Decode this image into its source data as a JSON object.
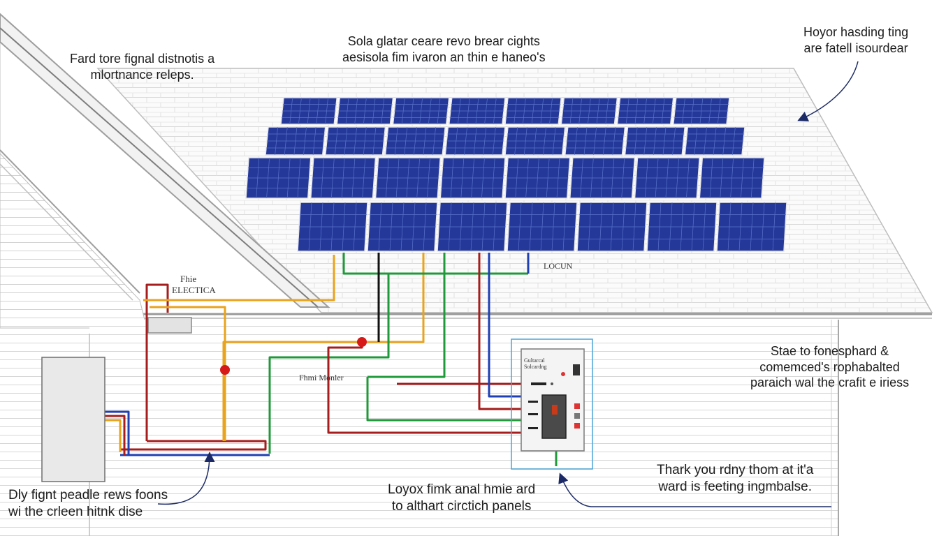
{
  "diagram": {
    "labels": {
      "top_left": [
        "Fard tore fignal distnotis a",
        "mlortnance releps."
      ],
      "top_center": [
        "Sola glatar ceare revo brear cights",
        "aesisola fim ivaron an thin e haneo's"
      ],
      "top_right": [
        "Hoyor hasding ting",
        "are fatell isourdear"
      ],
      "middle_right": [
        "Stae to fonesphard &",
        "comemced's rophabalted",
        "paraich wal the crafit e iriess"
      ],
      "bottom_left": [
        "Dly fignt peadle rews foons",
        "wi the crleen hitnk dise"
      ],
      "bottom_center": [
        "Loyox fimk anal hmie ard",
        "to althart circtich panels"
      ],
      "bottom_right": [
        "Thark you rdny thom at it'a",
        "ward is feeting ingmbalse."
      ],
      "roof_small_1": "Fhie",
      "roof_small_2": "ELECTICA",
      "roof_small_3": "LOCUN",
      "wall_small": "Fhmi Monler",
      "panel_label": [
        "Gultarcal",
        "Solcardng"
      ]
    },
    "colors": {
      "solar_panel": "#24389a",
      "solar_cell_line": "#5b73c9",
      "wire_red": "#a51d1d",
      "wire_orange": "#e9a31c",
      "wire_green": "#1f9a3a",
      "wire_blue": "#1f3fb3",
      "wire_black": "#111111",
      "roof_line": "#cfcfcf",
      "wall_line": "#d6d6d6",
      "junction": "#d61a1a",
      "panel_frame": "#4aa3d8",
      "arrow": "#1b2a66"
    }
  }
}
